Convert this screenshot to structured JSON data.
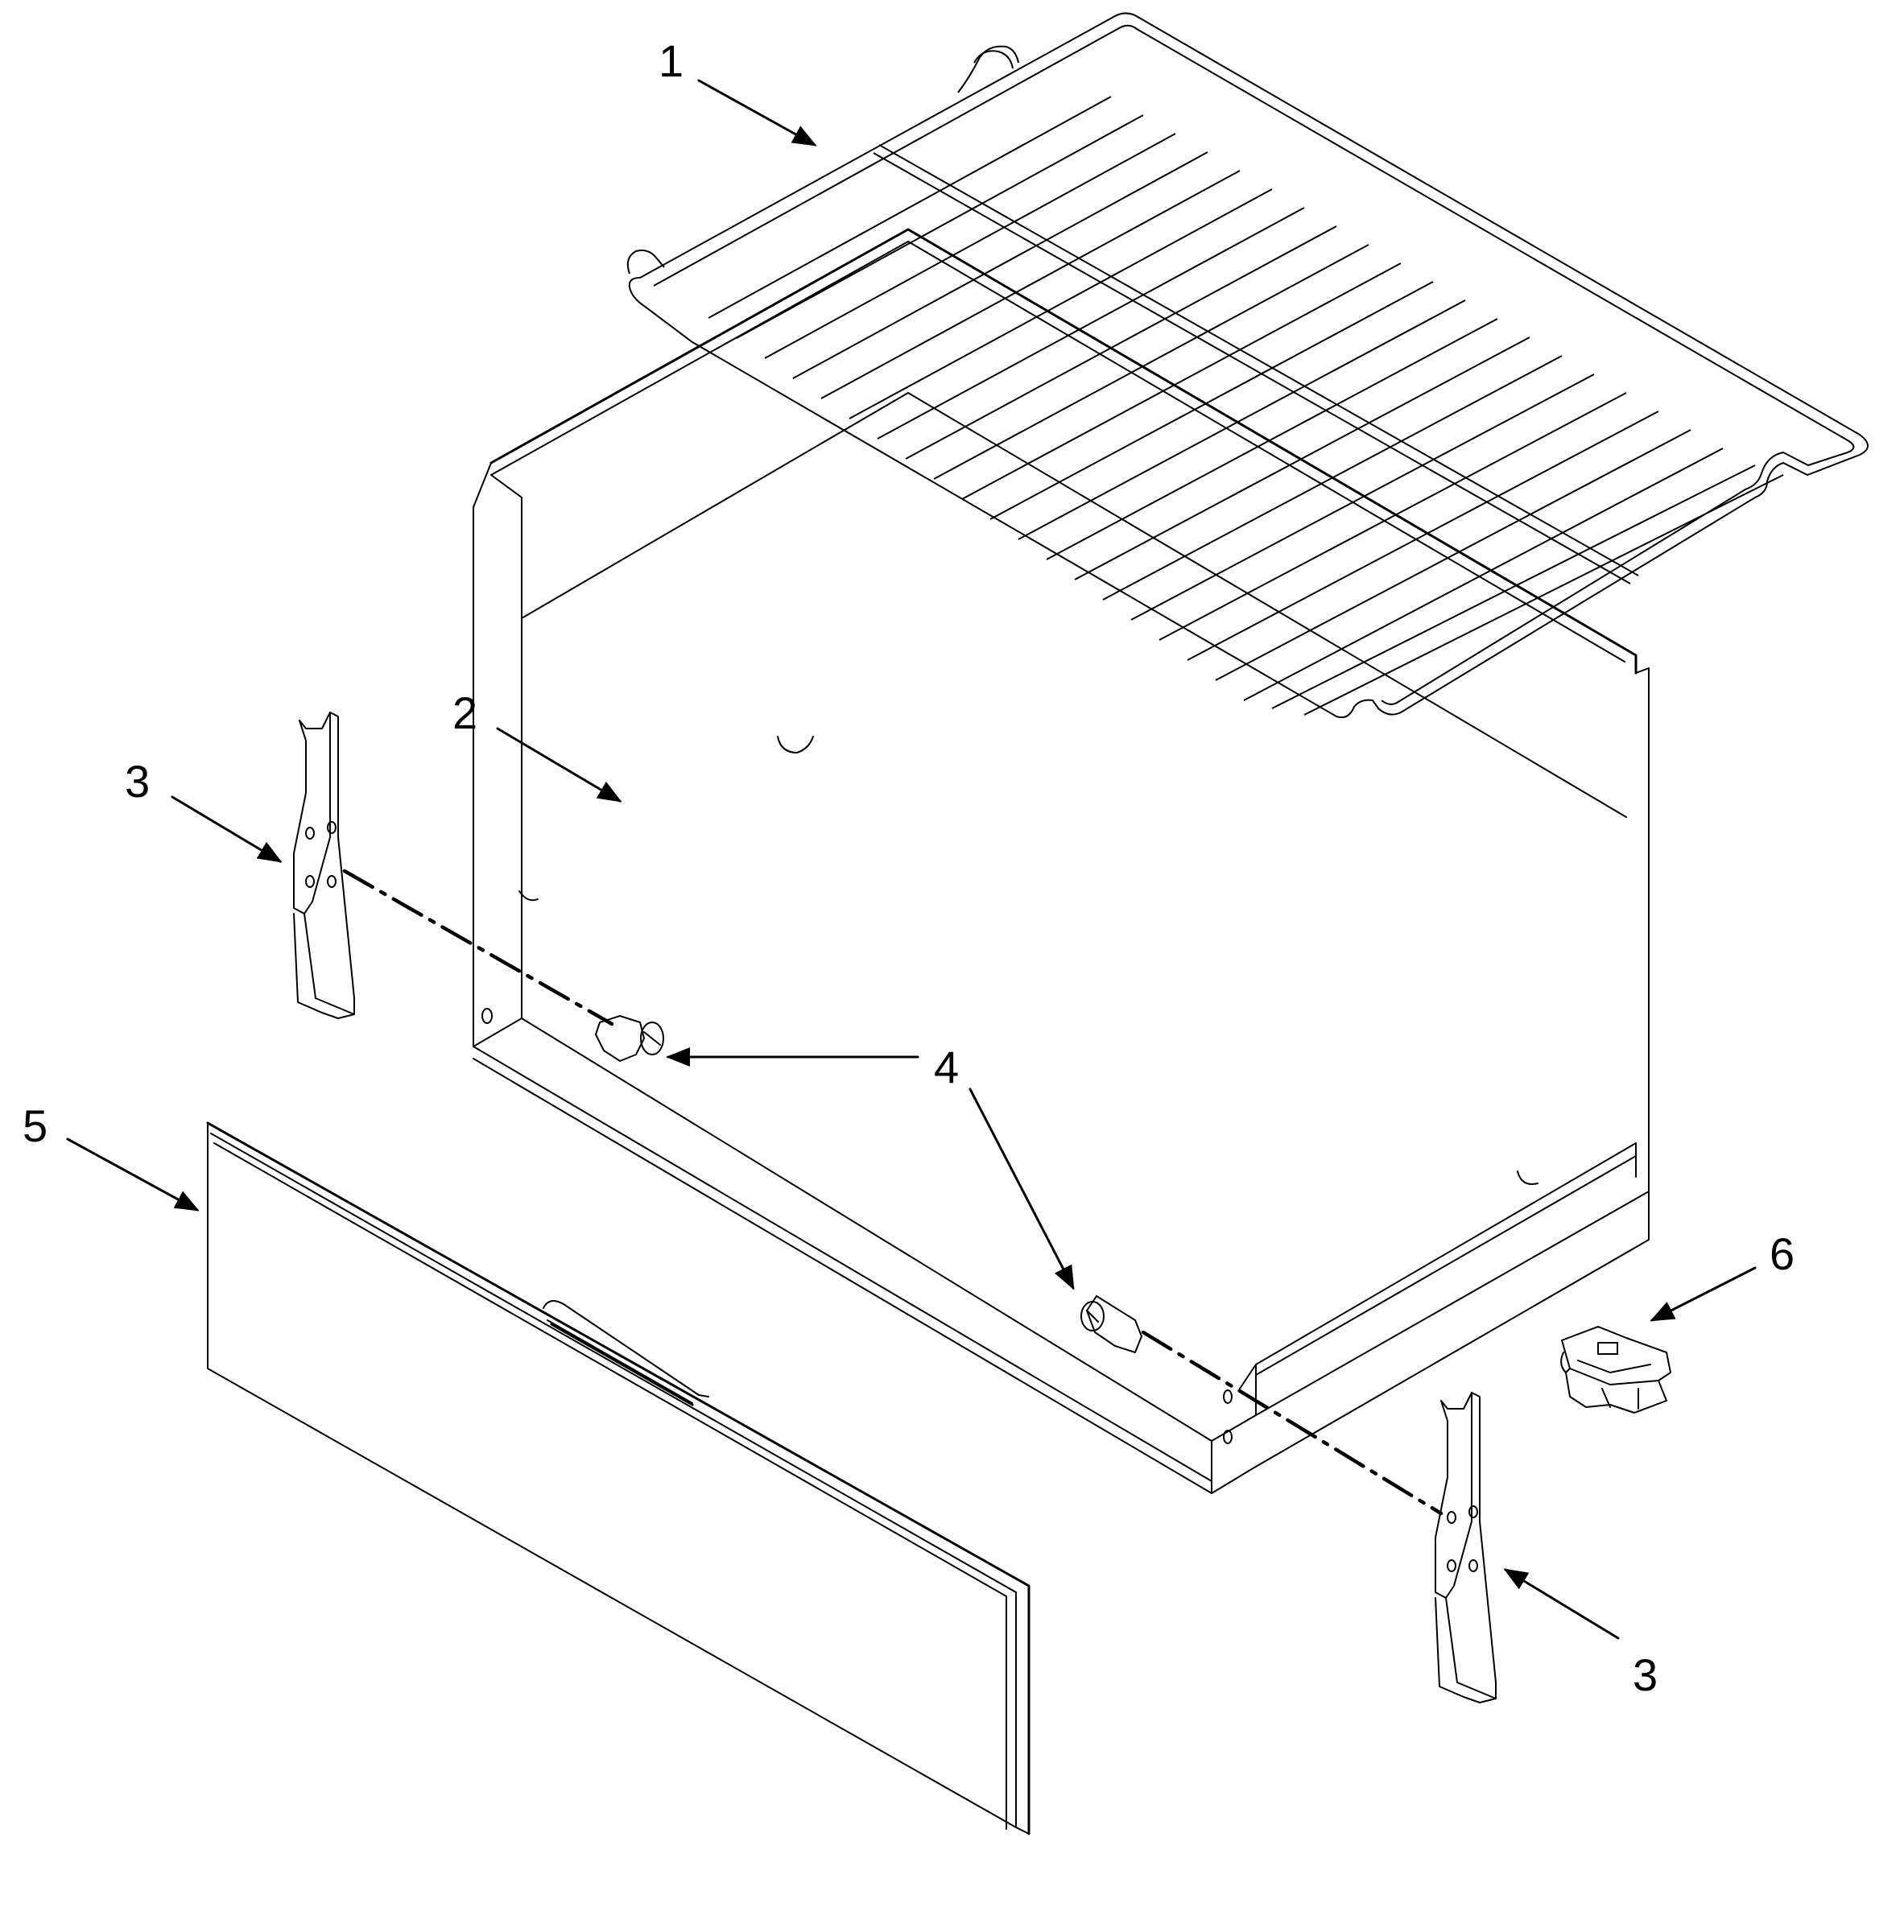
{
  "diagram": {
    "callouts": [
      {
        "id": "1",
        "label": "1"
      },
      {
        "id": "2",
        "label": "2"
      },
      {
        "id": "3",
        "label": "3"
      },
      {
        "id": "3b",
        "label": "3"
      },
      {
        "id": "4",
        "label": "4"
      },
      {
        "id": "5",
        "label": "5"
      },
      {
        "id": "6",
        "label": "6"
      }
    ]
  }
}
